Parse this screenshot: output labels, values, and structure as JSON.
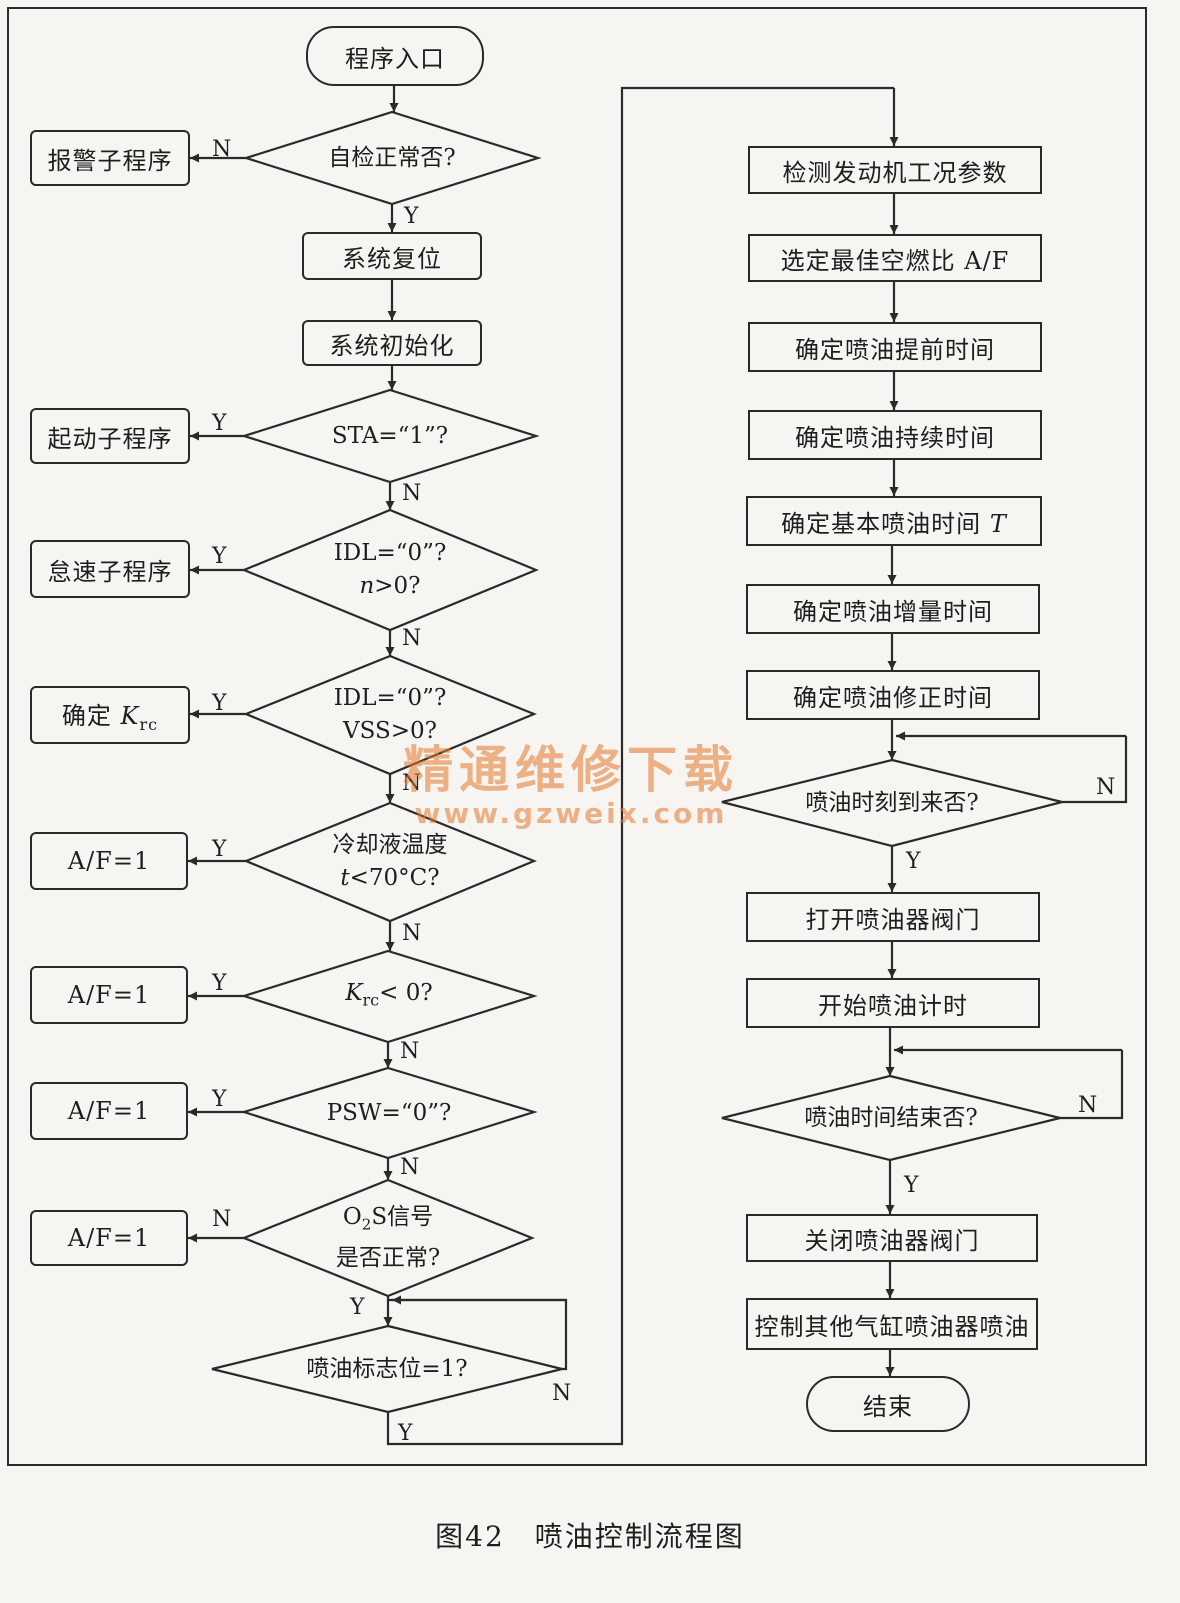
{
  "caption": "图42　喷油控制流程图",
  "watermark": {
    "line1": "精通维修下载",
    "line2": "www.gzweix.com"
  },
  "left": {
    "start": "程序入口",
    "check_self": "自检正常否?",
    "alarm": "报警子程序",
    "reset": "系统复位",
    "init": "系统初始化",
    "sta_check": "STA=“1”?",
    "start_sub": "起动子程序",
    "idl_n_line1": "IDL=“0”?",
    "idl_n_line2_var": "n",
    "idl_n_line2_rest": ">0?",
    "idle_sub": "怠速子程序",
    "idl_vss_line1": "IDL=“0”?",
    "idl_vss_line2": "VSS>0?",
    "krc_box_prefix": "确定 ",
    "krc_var": "K",
    "krc_sub": "rc",
    "coolant_line1": "冷却液温度",
    "coolant_line2_var": "t",
    "coolant_line2_rest": "<70°C?",
    "af1": "A/F=1",
    "krc_check_rest": "< 0?",
    "psw_check": "PSW=“0”?",
    "o2_line1_a": "O",
    "o2_line1_sub": "2",
    "o2_line1_b": "S信号",
    "o2_line2": "是否正常?",
    "flag_check": "喷油标志位=1?"
  },
  "right": {
    "detect": "检测发动机工况参数",
    "select_af": "选定最佳空燃比 A/F",
    "advance": "确定喷油提前时间",
    "duration": "确定喷油持续时间",
    "basic_prefix": "确定基本喷油时间 ",
    "basic_var": "T",
    "increase": "确定喷油增量时间",
    "correct": "确定喷油修正时间",
    "timing_check": "喷油时刻到来否?",
    "open_valve": "打开喷油器阀门",
    "start_timer": "开始喷油计时",
    "end_check": "喷油时间结束否?",
    "close_valve": "关闭喷油器阀门",
    "other_cyl": "控制其他气缸喷油器喷油",
    "end": "结束"
  },
  "labels": {
    "yes": "Y",
    "no": "N"
  }
}
